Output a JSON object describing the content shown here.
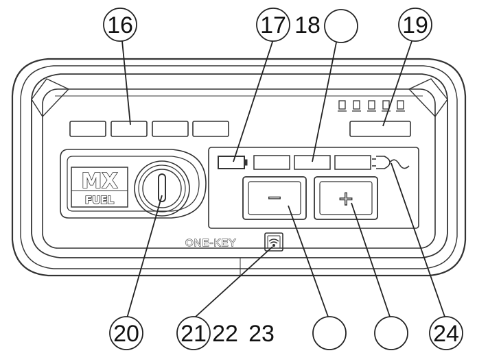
{
  "callouts": {
    "c16": "16",
    "c17": "17",
    "c18": "18",
    "c19": "19",
    "c20": "20",
    "c21": "21",
    "c22": "22",
    "c23": "23",
    "c24": "24"
  },
  "panel": {
    "logo_top": "MX",
    "logo_bottom": "FUEL",
    "brand": "ONE-KEY",
    "minus_symbol": "−",
    "plus_symbol": "+"
  }
}
